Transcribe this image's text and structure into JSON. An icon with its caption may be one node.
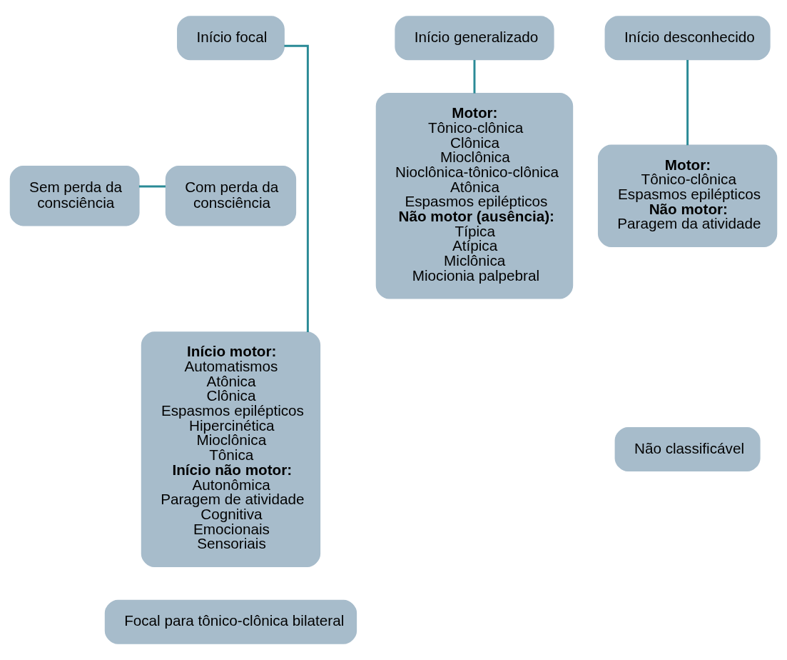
{
  "diagram": {
    "nodes": [
      {
        "text": [
          "Início focal"
        ]
      },
      {
        "text": [
          "Sem perda da consciência"
        ]
      },
      {
        "text": [
          "Com perda da consciência"
        ]
      },
      {
        "text": [
          "Início motor:",
          "Automatismos",
          "Atônica",
          "Clônica",
          "Espasmos epilépticos",
          "Hipercinética",
          "Mioclônica",
          "Tônica",
          "Início não motor:",
          "Autonômica",
          "Paragem de atividade",
          "Cognitiva",
          "Emocionais",
          "Sensoriais"
        ]
      },
      {
        "text": [
          "Focal para tônico-clônica bilateral"
        ]
      },
      {
        "text": [
          "Início generalizado"
        ]
      },
      {
        "text": [
          "Motor:",
          "Tônico-clônica",
          "Clônica",
          "Mioclônica",
          "Nioclônica-tônico-clônica",
          "Atônica",
          "Espasmos epilépticos",
          "Não motor (ausência):",
          "Típica",
          "Atípica",
          "Miclônica",
          "Miocionia palpebral"
        ]
      },
      {
        "text": [
          "Início desconhecido"
        ]
      },
      {
        "text": [
          "Motor:",
          "Tônico-clônica",
          "Espasmos epilépticos",
          "Não motor:",
          "Paragem da atividade"
        ]
      },
      {
        "text": [
          "Não classificável"
        ]
      }
    ],
    "edges": [
      {
        "from": 0,
        "to": 3,
        "arrow": "none"
      },
      {
        "from": 1,
        "to": 2,
        "arrow": "none"
      },
      {
        "from": 5,
        "to": 6,
        "arrow": "none"
      },
      {
        "from": 7,
        "to": 8,
        "arrow": "none"
      }
    ]
  }
}
